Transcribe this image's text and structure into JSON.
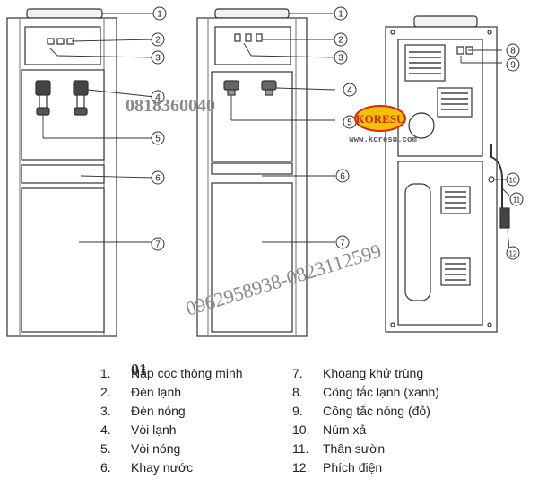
{
  "figure_number": "01",
  "callouts": {
    "front": [
      "1",
      "2",
      "3",
      "4",
      "5",
      "6",
      "7"
    ],
    "side": [
      "1",
      "2",
      "3",
      "4",
      "5",
      "6",
      "7"
    ],
    "back": [
      "8",
      "9",
      "10",
      "11",
      "12"
    ]
  },
  "legend": [
    {
      "num": "1.",
      "label": "Nắp cọc thông minh"
    },
    {
      "num": "2.",
      "label": "Đèn lạnh"
    },
    {
      "num": "3.",
      "label": "Đèn nóng"
    },
    {
      "num": "4.",
      "label": "Vòi lạnh"
    },
    {
      "num": "5.",
      "label": "Vòi nóng"
    },
    {
      "num": "6.",
      "label": "Khay nước"
    },
    {
      "num": "7.",
      "label": "Khoang khử trùng"
    },
    {
      "num": "8.",
      "label": "Công tắc lạnh (xanh)"
    },
    {
      "num": "9.",
      "label": "Công tắc nóng (đỏ)"
    },
    {
      "num": "10.",
      "label": "Núm xả"
    },
    {
      "num": "11.",
      "label": "Thân sườn"
    },
    {
      "num": "12.",
      "label": "Phích điện"
    }
  ],
  "watermarks": {
    "phone_1": "0818360040",
    "phone_2": "0962958938-0823112599",
    "brand": "KORESU",
    "website": "www.koresu.com"
  },
  "colors": {
    "line": "#333333",
    "watermark_text": "#8a8a8a",
    "logo_red": "#d62718",
    "logo_yellow": "#f2c200"
  }
}
